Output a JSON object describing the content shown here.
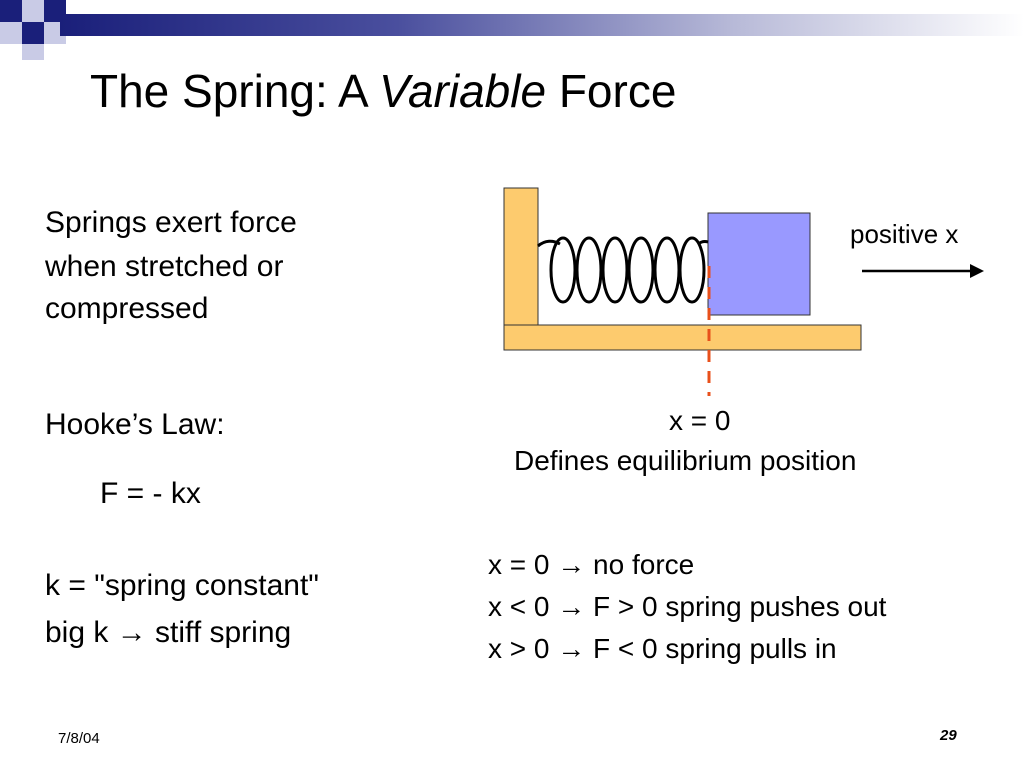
{
  "slide": {
    "title_pre": "The Spring: A ",
    "title_em": "Variable",
    "title_post": " Force",
    "left": {
      "p1_l1": "Springs exert force",
      "p1_l2": "when stretched or",
      "p1_l3": "compressed",
      "hooke_label": "Hooke’s Law:",
      "formula": "F = - kx",
      "k_line": "k = \"spring constant\"",
      "bigk_line": "big k → stiff spring"
    },
    "diagram": {
      "positive_x": "positive x",
      "x0": "x = 0",
      "defines": "Defines equilibrium position"
    },
    "cases": [
      "x = 0 → no force",
      "x < 0 → F > 0  spring pushes out",
      "x > 0 → F < 0  spring pulls in"
    ],
    "footer": {
      "date": "7/8/04",
      "page": "29"
    }
  },
  "colors": {
    "wall": "#FDCB6E",
    "block": "#9999FF",
    "dashed_line": "#E8501B",
    "header_dark": "#1A1F7A"
  }
}
